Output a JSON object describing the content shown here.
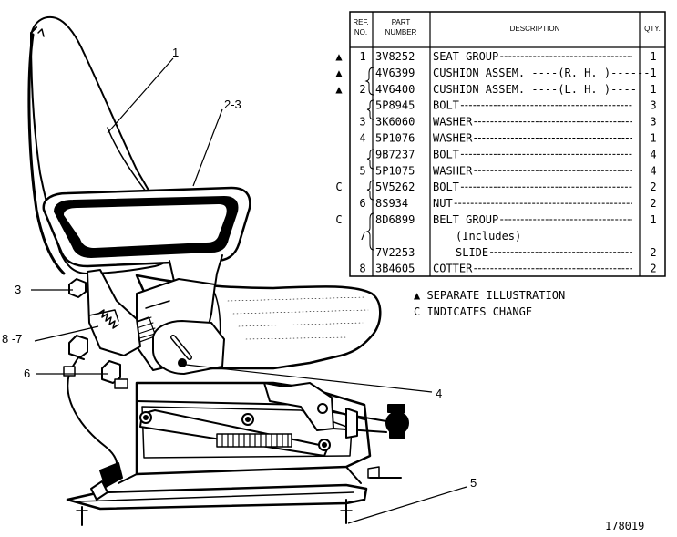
{
  "table": {
    "headers": {
      "ref_no_1": "REF.",
      "ref_no_2": "NO.",
      "part_number_1": "PART",
      "part_number_2": "NUMBER",
      "description": "DESCRIPTION",
      "qty": "QTY."
    },
    "rows": [
      {
        "mark": "▲",
        "ref": "1",
        "part": "3V8252",
        "desc": "SEAT GROUP",
        "qty": "1"
      },
      {
        "mark": "▲",
        "ref": "",
        "part": "4V6399",
        "desc": "CUSHION ASSEM. ----(R. H. )------",
        "qty": "1"
      },
      {
        "mark": "▲",
        "ref": "2",
        "part": "4V6400",
        "desc": "CUSHION ASSEM. ----(L. H. )----",
        "qty": "1"
      },
      {
        "mark": "",
        "ref": "",
        "part": "5P8945",
        "desc": "BOLT",
        "qty": "3"
      },
      {
        "mark": "",
        "ref": "3",
        "part": "3K6060",
        "desc": "WASHER",
        "qty": "3"
      },
      {
        "mark": "",
        "ref": "4",
        "part": "5P1076",
        "desc": "WASHER",
        "qty": "1"
      },
      {
        "mark": "",
        "ref": "",
        "part": "9B7237",
        "desc": "BOLT",
        "qty": "4"
      },
      {
        "mark": "",
        "ref": "5",
        "part": "5P1075",
        "desc": "WASHER",
        "qty": "4"
      },
      {
        "mark": "C",
        "ref": "",
        "part": "5V5262",
        "desc": "BOLT",
        "qty": "2"
      },
      {
        "mark": "",
        "ref": "6",
        "part": "8S934",
        "desc": "NUT",
        "qty": "2"
      },
      {
        "mark": "C",
        "ref": "",
        "part": "8D6899",
        "desc": "BELT GROUP",
        "qty": "1"
      },
      {
        "mark": "",
        "ref": "7",
        "part": "",
        "desc": "(Includes)",
        "qty": ""
      },
      {
        "mark": "",
        "ref": "",
        "part": "7V2253",
        "desc": "SLIDE",
        "qty": "2"
      },
      {
        "mark": "",
        "ref": "8",
        "part": "3B4605",
        "desc": "COTTER",
        "qty": "2"
      }
    ]
  },
  "notes": {
    "separate": "▲ SEPARATE ILLUSTRATION",
    "change": "C INDICATES CHANGE"
  },
  "callouts": {
    "c1": "1",
    "c23": "2-3",
    "c3": "3",
    "c87": "8 -7",
    "c6": "6",
    "c4": "4",
    "c5": "5"
  },
  "figure_number": "178019"
}
